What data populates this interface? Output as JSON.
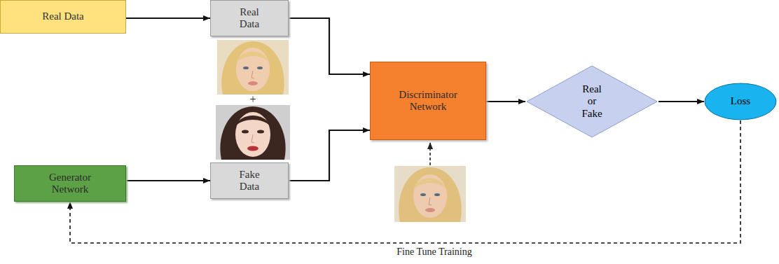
{
  "diagram": {
    "nodes": [
      {
        "text": [
          "Real Data"
        ]
      },
      {
        "text": [
          "Real Data"
        ]
      },
      {
        "text": [
          "Generator Network"
        ]
      },
      {
        "text": [
          "Fake Data"
        ]
      },
      {
        "text": [
          "Discriminator Network"
        ]
      },
      {
        "text": [
          "Real or Fake"
        ]
      },
      {
        "text": [
          "Loss"
        ]
      }
    ],
    "edges": [
      {
        "from": 0,
        "to": 1,
        "arrow": "to"
      },
      {
        "from": 1,
        "to": 4,
        "arrow": "to"
      },
      {
        "from": 2,
        "to": 3,
        "arrow": "to"
      },
      {
        "from": 3,
        "to": 4,
        "arrow": "to"
      },
      {
        "from": 4,
        "to": 5,
        "arrow": "to"
      },
      {
        "from": 5,
        "to": 6,
        "arrow": "to"
      },
      {
        "from": 6,
        "to": 2,
        "label": "Fine Tune Training",
        "arrow": "to"
      }
    ],
    "labels": [
      "+"
    ]
  }
}
